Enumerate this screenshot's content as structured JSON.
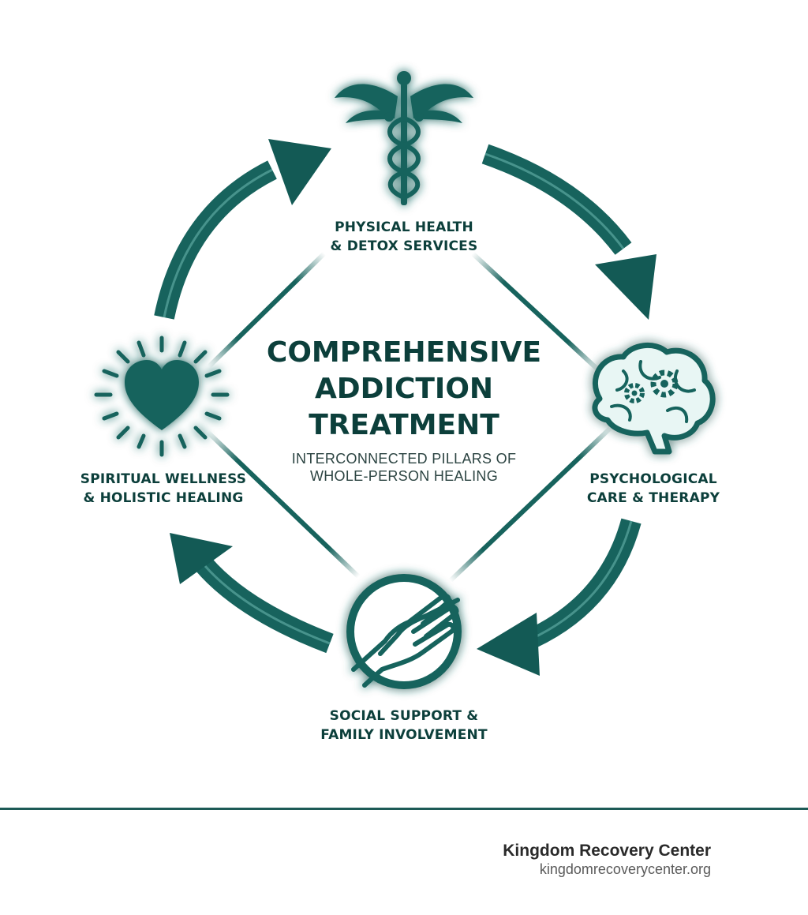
{
  "center": {
    "title_lines": [
      "COMPREHENSIVE",
      "ADDICTION",
      "TREATMENT"
    ],
    "subtitle_lines": [
      "INTERCONNECTED PILLARS OF",
      "WHOLE-PERSON HEALING"
    ]
  },
  "pillars": {
    "physical": {
      "icon": "caduceus-icon",
      "lines": [
        "PHYSICAL HEALTH",
        "& DETOX SERVICES"
      ]
    },
    "psychological": {
      "icon": "brain-gears-icon",
      "lines": [
        "PSYCHOLOGICAL",
        "CARE & THERAPY"
      ]
    },
    "social": {
      "icon": "helping-hands-icon",
      "lines": [
        "SOCIAL SUPPORT &",
        "FAMILY INVOLVEMENT"
      ]
    },
    "spiritual": {
      "icon": "radiant-heart-icon",
      "lines": [
        "SPIRITUAL WELLNESS",
        "& HOLISTIC HEALING"
      ]
    }
  },
  "footer": {
    "name": "Kingdom Recovery Center",
    "url": "kingdomrecoverycenter.org"
  },
  "colors": {
    "primary": "#17635d",
    "dark": "#0c3f3b",
    "glow": "#bfeee8",
    "rule": "#1d5a56"
  }
}
